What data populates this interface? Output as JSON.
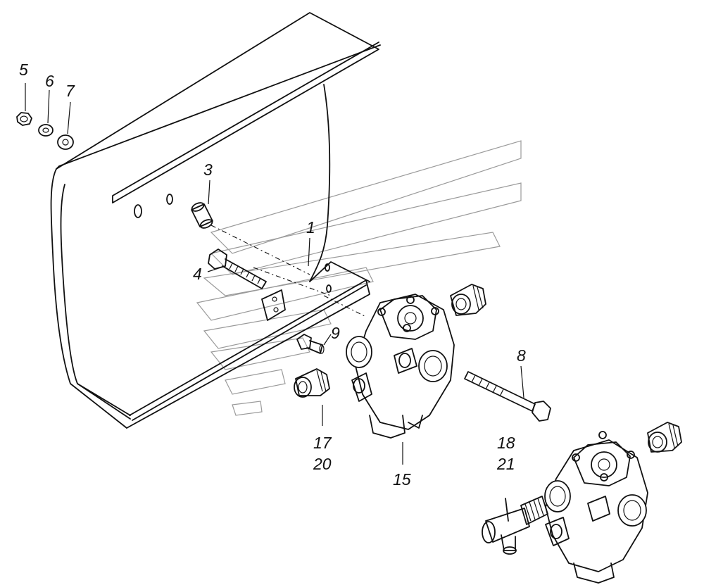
{
  "diagram": {
    "callouts": [
      {
        "id": "c5",
        "text": "5"
      },
      {
        "id": "c6",
        "text": "6"
      },
      {
        "id": "c7",
        "text": "7"
      },
      {
        "id": "c3",
        "text": "3"
      },
      {
        "id": "c1",
        "text": "1"
      },
      {
        "id": "c4",
        "text": "4"
      },
      {
        "id": "c9",
        "text": "9"
      },
      {
        "id": "c8",
        "text": "8"
      },
      {
        "id": "c17",
        "text": "17"
      },
      {
        "id": "c20",
        "text": "20"
      },
      {
        "id": "c15",
        "text": "15"
      },
      {
        "id": "c18",
        "text": "18"
      },
      {
        "id": "c21",
        "text": "21"
      }
    ],
    "parts": [
      {
        "name": "bracket",
        "icon": "bracket-plate-icon"
      },
      {
        "name": "nut",
        "icon": "hex-nut-icon"
      },
      {
        "name": "lock-washer",
        "icon": "lock-washer-icon"
      },
      {
        "name": "flat-washer",
        "icon": "flat-washer-icon"
      },
      {
        "name": "spacer-sleeve",
        "icon": "sleeve-icon"
      },
      {
        "name": "long-bolt",
        "icon": "bolt-icon"
      },
      {
        "name": "short-bolt",
        "icon": "bolt-icon"
      },
      {
        "name": "valve-assembly",
        "icon": "valve-icon"
      },
      {
        "name": "valve-assembly-alt",
        "icon": "valve-icon"
      },
      {
        "name": "fitting",
        "icon": "fitting-icon"
      },
      {
        "name": "elbow-fitting",
        "icon": "elbow-fitting-icon"
      }
    ],
    "colors": {
      "line": "#111111",
      "watermark": "#9a9a9a",
      "background": "#ffffff"
    }
  }
}
